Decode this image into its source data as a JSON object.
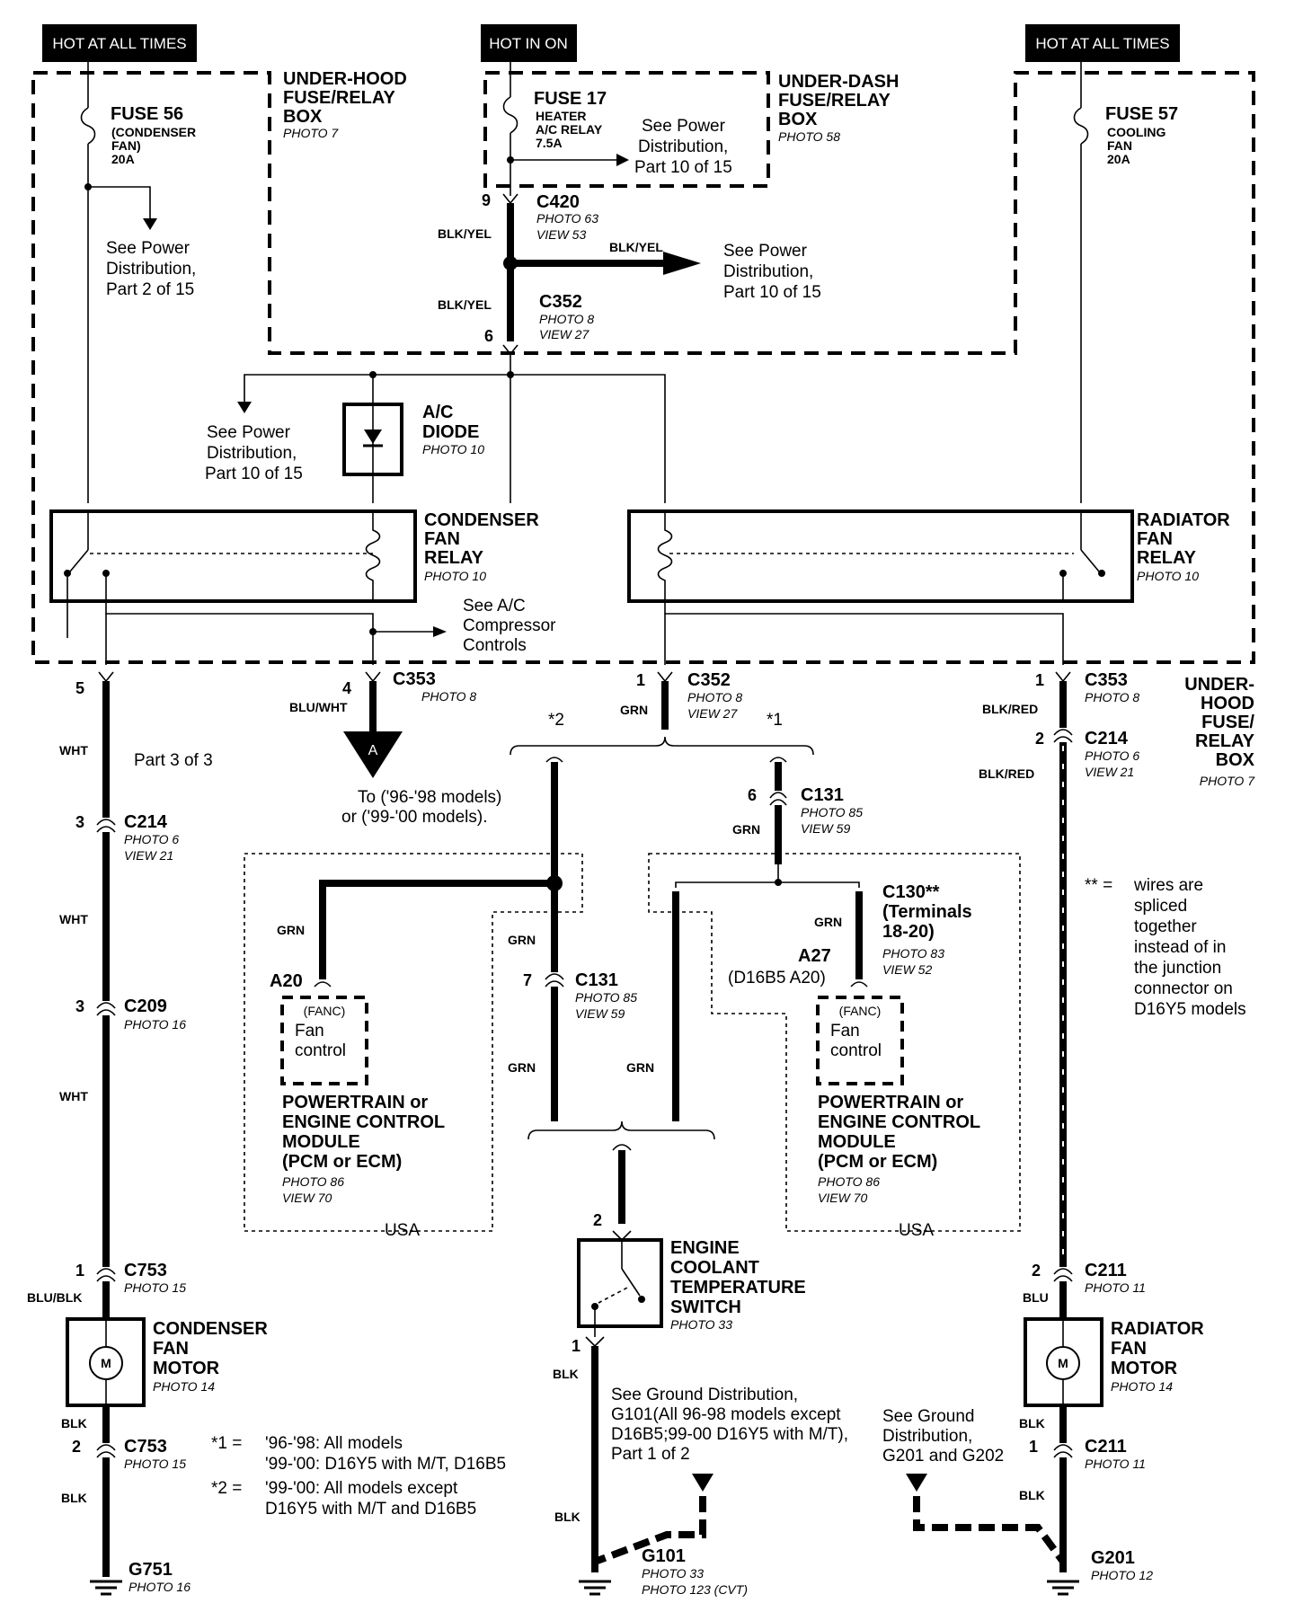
{
  "headers": {
    "left": "HOT AT ALL TIMES",
    "center": "HOT IN ON",
    "right": "HOT AT ALL TIMES"
  },
  "boxes": {
    "under_hood": [
      "UNDER-HOOD",
      "FUSE/RELAY",
      "BOX"
    ],
    "under_hood_photo": "PHOTO 7",
    "under_dash": [
      "UNDER-DASH",
      "FUSE/RELAY",
      "BOX"
    ],
    "under_dash_photo": "PHOTO 58",
    "under_hood_right": [
      "UNDER-",
      "HOOD",
      "FUSE/",
      "RELAY",
      "BOX"
    ],
    "under_hood_right_photo": "PHOTO 7"
  },
  "fuses": {
    "f56": {
      "title": "FUSE 56",
      "lines": [
        "(CONDENSER",
        "FAN)",
        "20A"
      ]
    },
    "f17": {
      "title": "FUSE 17",
      "lines": [
        "HEATER",
        "A/C RELAY",
        "7.5A"
      ]
    },
    "f57": {
      "title": "FUSE 57",
      "lines": [
        "COOLING",
        "FAN",
        "20A"
      ]
    }
  },
  "refs": {
    "pd2": [
      "See Power",
      "Distribution,",
      "Part 2 of 15"
    ],
    "pd10_fuse": [
      "See Power",
      "Distribution,",
      "Part 10 of 15"
    ],
    "pd10_mid": [
      "See Power",
      "Distribution,",
      "Part 10 of 15"
    ],
    "pd10_left": [
      "See Power",
      "Distribution,",
      "Part 10 of 15"
    ],
    "ac_comp": [
      "See A/C",
      "Compressor",
      "Controls"
    ],
    "part3": "Part 3 of 3",
    "to_models": [
      "To ('96-'98 models)",
      "or ('99-'00 models)."
    ],
    "gd_g101": [
      "See Ground Distribution,",
      "G101(All 96-98 models except",
      "D16B5;99-00 D16Y5 with M/T),",
      "Part 1 of 2"
    ],
    "gd_g201": [
      "See Ground",
      "Distribution,",
      "G201 and G202"
    ],
    "splice_note": [
      "wires are",
      "spliced",
      "together",
      "instead of in",
      "the junction",
      "connector on",
      "D16Y5 models"
    ],
    "splice_mark": "** ="
  },
  "components": {
    "ac_diode": {
      "name": [
        "A/C",
        "DIODE"
      ],
      "photo": "PHOTO 10"
    },
    "cond_relay": {
      "name": [
        "CONDENSER",
        "FAN",
        "RELAY"
      ],
      "photo": "PHOTO 10"
    },
    "rad_relay": {
      "name": [
        "RADIATOR",
        "FAN",
        "RELAY"
      ],
      "photo": "PHOTO 10"
    },
    "pcm_left": {
      "pin_label": "(FANC)",
      "box": [
        "Fan",
        "control"
      ],
      "name": [
        "POWERTRAIN or",
        "ENGINE CONTROL",
        "MODULE",
        "(PCM or ECM)"
      ],
      "photo": "PHOTO 86",
      "view": "VIEW 70",
      "region": "USA"
    },
    "pcm_right": {
      "pin_label": "(FANC)",
      "box": [
        "Fan",
        "control"
      ],
      "name": [
        "POWERTRAIN or",
        "ENGINE CONTROL",
        "MODULE",
        "(PCM or ECM)"
      ],
      "photo": "PHOTO 86",
      "view": "VIEW 70",
      "region": "USA"
    },
    "ect_switch": {
      "name": [
        "ENGINE",
        "COOLANT",
        "TEMPERATURE",
        "SWITCH"
      ],
      "photo": "PHOTO 33"
    },
    "cond_motor": {
      "name": [
        "CONDENSER",
        "FAN",
        "MOTOR"
      ],
      "photo": "PHOTO 14"
    },
    "rad_motor": {
      "name": [
        "RADIATOR",
        "FAN",
        "MOTOR"
      ],
      "photo": "PHOTO 14"
    },
    "motor_symbol": "M"
  },
  "connectors": {
    "c420": {
      "id": "C420",
      "photo": "PHOTO 63",
      "view": "VIEW 53",
      "pin": "9"
    },
    "c352_top": {
      "id": "C352",
      "photo": "PHOTO 8",
      "view": "VIEW 27",
      "pin": "6"
    },
    "c353_left": {
      "id": "C353",
      "photo": "PHOTO 8",
      "pin": "4"
    },
    "c352_mid": {
      "id": "C352",
      "photo": "PHOTO 8",
      "view": "VIEW 27",
      "pin": "1"
    },
    "c353_right": {
      "id": "C353",
      "photo": "PHOTO 8",
      "pin": "1"
    },
    "c214_right": {
      "id": "C214",
      "photo": "PHOTO 6",
      "view": "VIEW 21",
      "pin": "2"
    },
    "c214_left": {
      "id": "C214",
      "photo": "PHOTO 6",
      "view": "VIEW 21",
      "pin": "3"
    },
    "c131_right": {
      "id": "C131",
      "photo": "PHOTO 85",
      "view": "VIEW 59",
      "pin": "6"
    },
    "c131_left": {
      "id": "C131",
      "photo": "PHOTO 85",
      "view": "VIEW 59",
      "pin": "7"
    },
    "c130": {
      "id": "C130**",
      "sub": [
        "(Terminals",
        "18-20)"
      ],
      "photo": "PHOTO 83",
      "view": "VIEW 52"
    },
    "c209": {
      "id": "C209",
      "photo": "PHOTO 16",
      "pin": "3"
    },
    "c753_top": {
      "id": "C753",
      "photo": "PHOTO 15",
      "pin": "1"
    },
    "c753_bot": {
      "id": "C753",
      "photo": "PHOTO 15",
      "pin": "2"
    },
    "c211_top": {
      "id": "C211",
      "photo": "PHOTO 11",
      "pin": "2"
    },
    "c211_bot": {
      "id": "C211",
      "photo": "PHOTO 11",
      "pin": "1"
    },
    "left_pin5": "5",
    "a20": "A20",
    "a27": "A27",
    "a27_alt": "(D16B5 A20)",
    "ect_pin2": "2",
    "ect_pin1": "1",
    "star2": "*2",
    "star1": "*1",
    "splice_a": "A"
  },
  "wires": {
    "blk_yel": "BLK/YEL",
    "blu_wht": "BLU/WHT",
    "grn": "GRN",
    "wht": "WHT",
    "blk_red": "BLK/RED",
    "blu_blk": "BLU/BLK",
    "blu": "BLU",
    "blk": "BLK"
  },
  "grounds": {
    "g751": {
      "id": "G751",
      "photo": "PHOTO 16"
    },
    "g101": {
      "id": "G101",
      "photo": "PHOTO 33",
      "photo2": "PHOTO 123 (CVT)"
    },
    "g201": {
      "id": "G201",
      "photo": "PHOTO 12"
    }
  },
  "notes": {
    "n1_key": "*1 =",
    "n1": [
      "'96-'98: All models",
      "'99-'00: D16Y5 with M/T, D16B5"
    ],
    "n2_key": "*2 =",
    "n2": [
      "'99-'00: All models except",
      "D16Y5 with M/T and D16B5"
    ]
  }
}
